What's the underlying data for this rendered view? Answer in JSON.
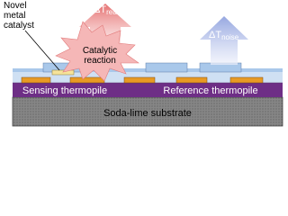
{
  "labels": {
    "novel_line1": "Novel",
    "novel_line2": "metal",
    "novel_line3": "catalyst",
    "delta_reaction": "ΔT",
    "delta_reaction_sub": "reaction",
    "delta_noise": "ΔT",
    "delta_noise_sub": "noise",
    "catalytic_line1": "Catalytic",
    "catalytic_line2": "reaction",
    "sensing_thermopile": "Sensing thermopile",
    "reference_thermopile": "Reference thermopile",
    "substrate": "Soda-lime substrate"
  },
  "colors": {
    "substrate": "#7f7f7f",
    "thermopile_layer": "#6e2e86",
    "top_layer": "#a9c8ea",
    "catalyst_pad": "#e89a24",
    "burst": "#f5b7b7",
    "arrow_reaction": "#e98f8f",
    "arrow_noise": "#aab8e4"
  }
}
